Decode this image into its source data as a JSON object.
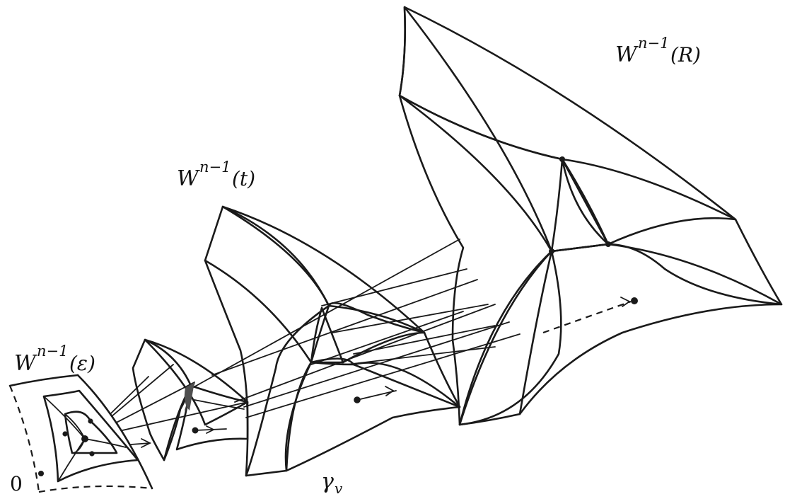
{
  "labels": {
    "origin": "0",
    "gamma_base": "γ",
    "gamma_sub": "v",
    "w_eps": {
      "base": "W",
      "sup": "n−1",
      "arg": "(ε)"
    },
    "w_t": {
      "base": "W",
      "sup": "n−1",
      "arg": "(t)"
    },
    "w_R": {
      "base": "W",
      "sup": "n−1",
      "arg": "(R)"
    }
  },
  "colors": {
    "stroke": "#1a1a1a",
    "face_light": "#f2f2f2",
    "face_mid": "#c4c4c4",
    "face_dark": "#5c5c5c",
    "background": "#ffffff"
  }
}
